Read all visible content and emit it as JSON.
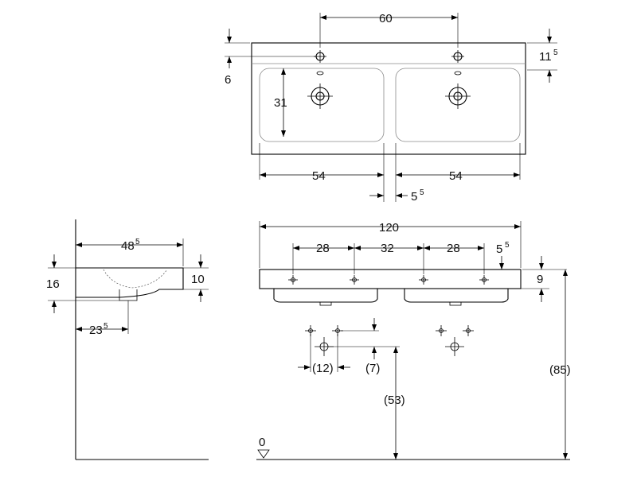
{
  "front_view": {
    "label_60": "60",
    "label_11": "11",
    "label_11_sup": "5",
    "label_6": "6",
    "label_31": "31",
    "label_54_left": "54",
    "label_54_right": "54",
    "label_5": "5",
    "label_5_sup": "5"
  },
  "side_view": {
    "label_48": "48",
    "label_48_sup": "5",
    "label_16": "16",
    "label_10": "10",
    "label_23": "23",
    "label_23_sup": "5"
  },
  "elevation_view": {
    "label_120": "120",
    "label_28_a": "28",
    "label_32": "32",
    "label_28_b": "28",
    "label_5": "5",
    "label_5_sup": "5",
    "label_9": "9",
    "label_12": "(12)",
    "label_7": "(7)",
    "label_53": "(53)",
    "label_85": "(85)",
    "label_0": "0"
  }
}
